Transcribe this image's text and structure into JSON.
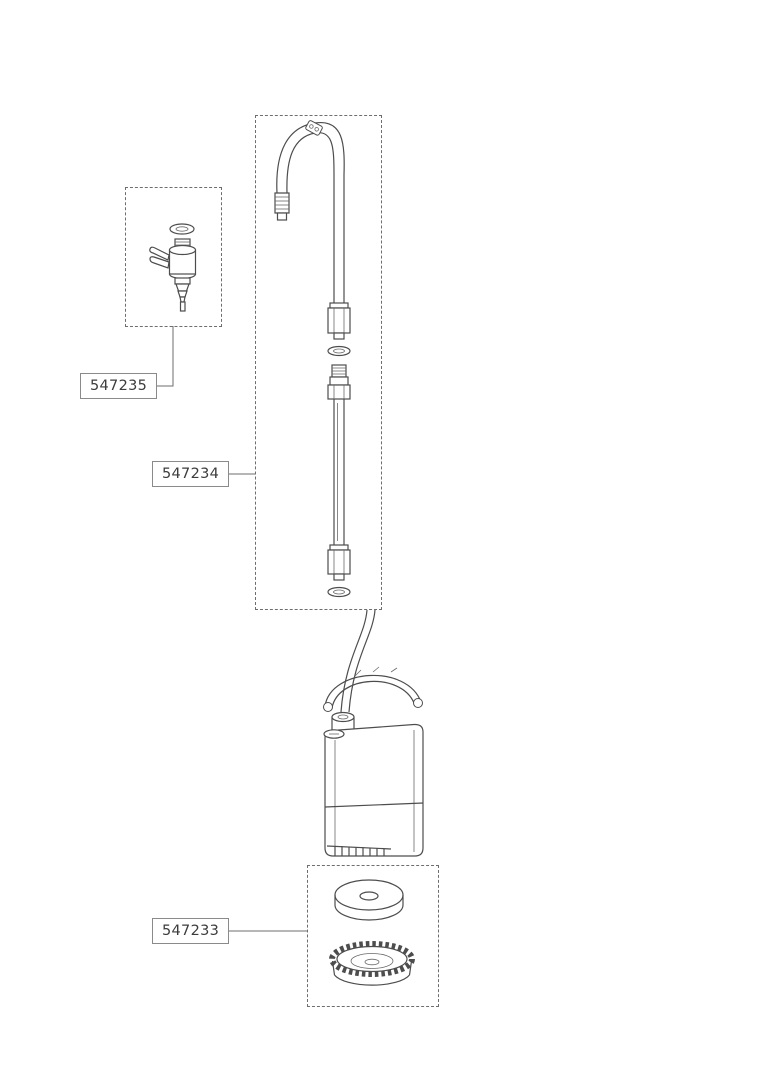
{
  "page": {
    "background": "#ffffff",
    "line_color": "#4d4d4d",
    "dashed_box_color": "#6e6e6e",
    "label_border_color": "#8a8a8a"
  },
  "parts": [
    {
      "number": "547235",
      "icon": "tap-connector-icon"
    },
    {
      "number": "547234",
      "icon": "spout-hose-assembly-icon"
    },
    {
      "number": "547233",
      "icon": "filter-base-assembly-icon"
    }
  ],
  "pump": {
    "icon": "pump-body-icon"
  }
}
